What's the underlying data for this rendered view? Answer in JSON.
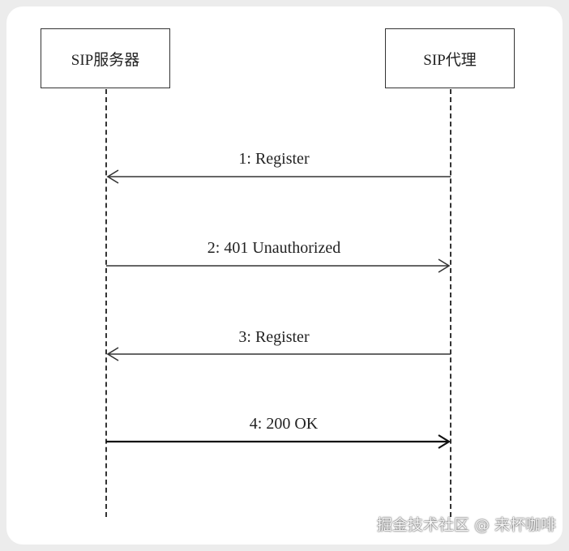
{
  "participants": {
    "server": "SIP服务器",
    "agent": "SIP代理"
  },
  "messages": [
    {
      "label": "1: Register",
      "direction": "agent-to-server"
    },
    {
      "label": "2: 401  Unauthorized",
      "direction": "server-to-agent"
    },
    {
      "label": "3: Register",
      "direction": "agent-to-server"
    },
    {
      "label": "4: 200  OK",
      "direction": "server-to-agent"
    }
  ],
  "watermark": "掘金技术社区 @ 来杯咖啡"
}
